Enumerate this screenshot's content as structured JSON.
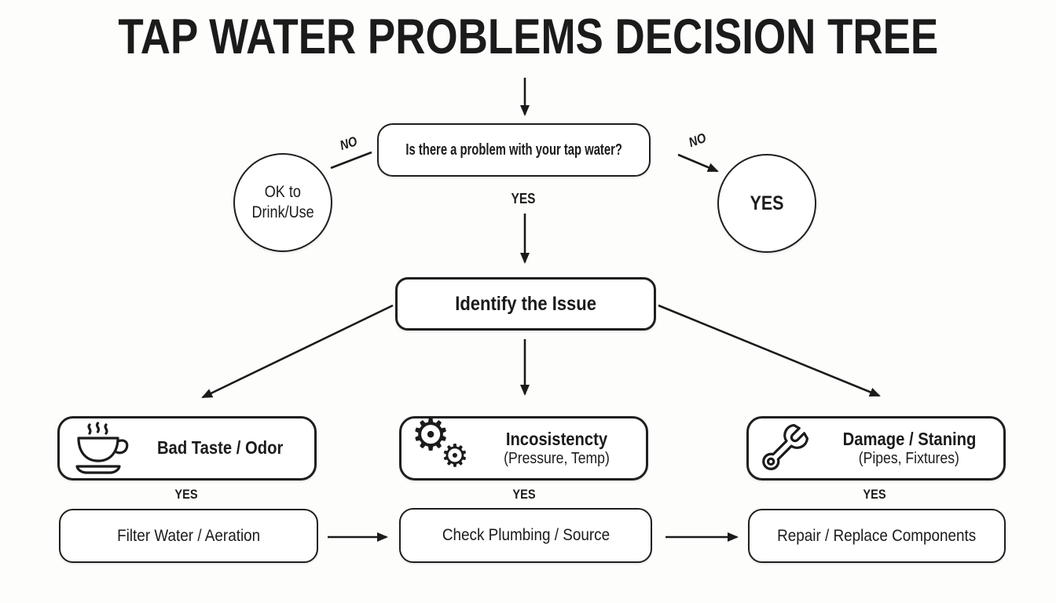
{
  "colors": {
    "ink": "#1b1b1b",
    "border": "#1f1f1f",
    "background": "#fdfdfc"
  },
  "title": "TAP WATER PROBLEMS DECISION TREE",
  "question_box": {
    "text": "Is there a problem with your tap water?"
  },
  "edge_labels": {
    "no_left": "NO",
    "no_right": "NO",
    "yes_root": "YES"
  },
  "terminal_ok": {
    "line1": "OK to",
    "line2": "Drink/Use"
  },
  "terminal_yes": {
    "text": "YES"
  },
  "identify_box": {
    "text": "Identify the Issue"
  },
  "icons": {
    "gear_glyph": "⚙"
  },
  "branches": [
    {
      "icon": "coffee-cup-icon",
      "title": "Bad Taste / Odor",
      "subtitle": "",
      "edge_label": "YES",
      "action": "Filter Water / Aeration"
    },
    {
      "icon": "gears-icon",
      "title": "Incosistencty",
      "subtitle": "(Pressure, Temp)",
      "edge_label": "YES",
      "action": "Check Plumbing / Source"
    },
    {
      "icon": "wrench-icon",
      "title": "Damage / Staning",
      "subtitle": "(Pipes, Fixtures)",
      "edge_label": "YES",
      "action": "Repair / Replace Components"
    }
  ]
}
